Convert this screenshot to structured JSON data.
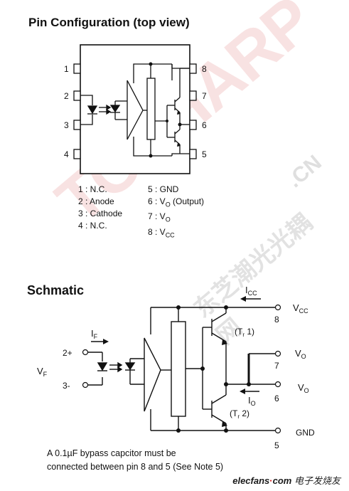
{
  "headings": {
    "pin_config": "Pin Configuration (top view)",
    "schematic": "Schmatic"
  },
  "pin_numbers": [
    "1",
    "2",
    "3",
    "4",
    "5",
    "6",
    "7",
    "8"
  ],
  "pin_legend": {
    "left": [
      "1 : N.C.",
      "2 : Anode",
      "3 : Cathode",
      "4 : N.C."
    ],
    "right": [
      {
        "pre": "5 : GND",
        "sub": "",
        "post": ""
      },
      {
        "pre": "6 : V",
        "sub": "O",
        "post": " (Output)"
      },
      {
        "pre": "7 : V",
        "sub": "O",
        "post": ""
      },
      {
        "pre": "8 : V",
        "sub": "CC",
        "post": ""
      }
    ]
  },
  "schematic_labels": {
    "icc": {
      "main": "I",
      "sub": "CC"
    },
    "vcc": {
      "main": "V",
      "sub": "CC"
    },
    "if": {
      "main": "I",
      "sub": "F"
    },
    "vf": {
      "main": "V",
      "sub": "F"
    },
    "io": {
      "main": "I",
      "sub": "O"
    },
    "vo_top": {
      "main": "V",
      "sub": "O"
    },
    "vo_bottom": {
      "main": "V",
      "sub": "O"
    },
    "gnd": "GND",
    "plus": "2+",
    "minus": "3-",
    "pin8": "8",
    "pin7": "7",
    "pin6": "6",
    "pin5": "5",
    "tr1": {
      "pre": "(T",
      "sub": "r",
      "post": " 1)"
    },
    "tr2": {
      "pre": "(T",
      "sub": "r",
      "post": " 2)"
    }
  },
  "note": {
    "line1": "A 0.1µF bypass capcitor must be",
    "line2": "connected between pin 8 and 5 (See Note 5)"
  },
  "watermark": {
    "brand": "TOSHARP",
    "cn_suffix": ".CN",
    "chinese": "东芝潮光光耦网",
    "color_red": "#f4c9c9",
    "color_gray": "#d7d7d7"
  },
  "footer": {
    "brand": "elecfans",
    "dot": "·",
    "com": "com",
    "chinese": "电子发烧友"
  }
}
